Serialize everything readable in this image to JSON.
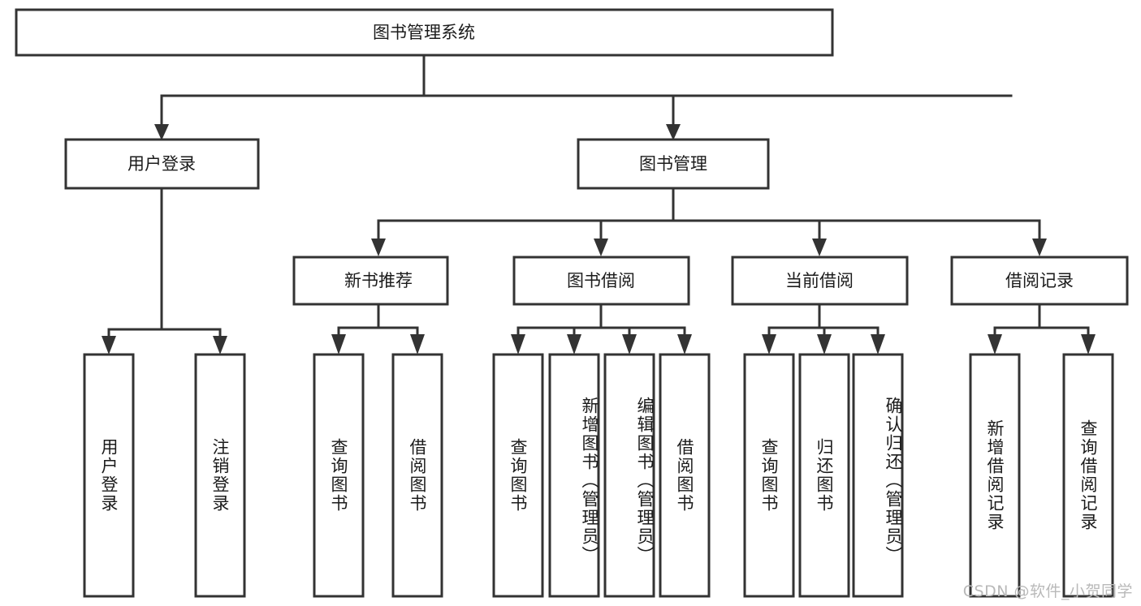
{
  "diagram": {
    "title": "图书管理系统",
    "type": "hierarchy-tree",
    "colors": {
      "stroke": "#333333",
      "box_fill": "#ffffff",
      "text": "#1b1b1b",
      "background": "#ffffff",
      "watermark": "#b9b9b9"
    },
    "levels": {
      "root": {
        "label": "图书管理系统"
      },
      "level2": [
        {
          "label": "用户登录"
        },
        {
          "label": "图书管理"
        }
      ],
      "level3": [
        {
          "label": "新书推荐"
        },
        {
          "label": "图书借阅"
        },
        {
          "label": "当前借阅"
        },
        {
          "label": "借阅记录"
        }
      ],
      "leaves_user_login": [
        {
          "label": "用户登录"
        },
        {
          "label": "注销登录"
        }
      ],
      "leaves_new_book": [
        {
          "label": "查询图书"
        },
        {
          "label": "借阅图书"
        }
      ],
      "leaves_borrow": [
        {
          "label": "查询图书"
        },
        {
          "label": "新增图书（管理员）"
        },
        {
          "label": "编辑图书（管理员）"
        },
        {
          "label": "借阅图书"
        }
      ],
      "leaves_current": [
        {
          "label": "查询图书"
        },
        {
          "label": "归还图书"
        },
        {
          "label": "确认归还（管理员）"
        }
      ],
      "leaves_records": [
        {
          "label": "新增借阅记录"
        },
        {
          "label": "查询借阅记录"
        }
      ]
    },
    "watermark": "CSDN @软件_小贺同学"
  }
}
